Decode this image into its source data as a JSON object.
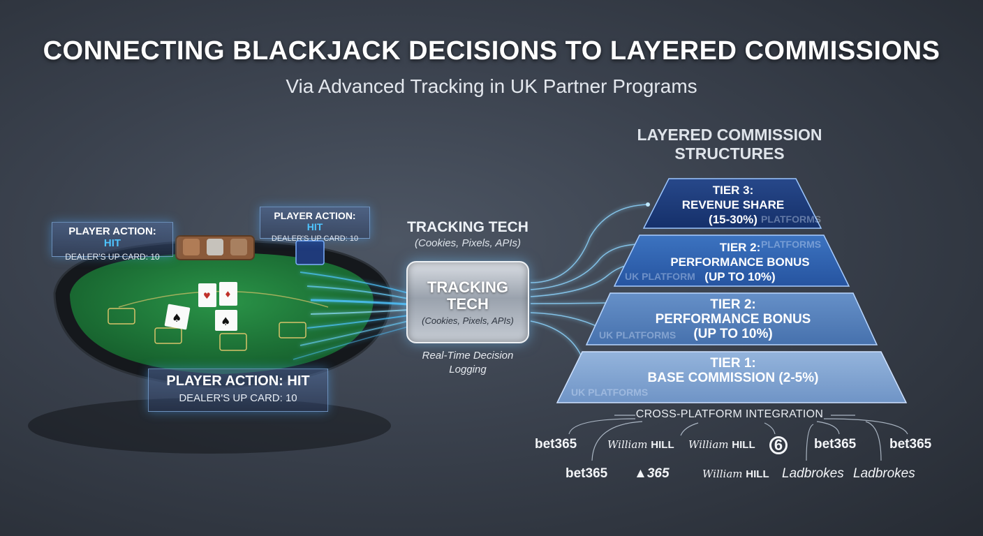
{
  "header": {
    "title": "CONNECTING BLACKJACK DECISIONS TO LAYERED COMMISSIONS",
    "subtitle": "Via Advanced Tracking in UK Partner Programs"
  },
  "table": {
    "hud_callouts": [
      {
        "action_prefix": "PLAYER ACTION: ",
        "action": "HIT",
        "dealer": "DEALER'S UP CARD: 10"
      },
      {
        "action_prefix": "PLAYER ACTION: ",
        "action": "HIT",
        "dealer": "DEALER'S UP CARD: 10"
      },
      {
        "action_prefix": "PLAYER ACTION: ",
        "action": "HIT",
        "dealer": "DEALER'S UP CARD: 10"
      }
    ],
    "felt_color": "#1f7a3a",
    "rail_color": "#15181c"
  },
  "tracking": {
    "heading": "TRACKING TECH",
    "heading_sub": "(Cookies, Pixels, APIs)",
    "box_title": "TRACKING TECH",
    "box_sub": "(Cookies, Pixels, APIs)",
    "caption": "Real-Time Decision Logging",
    "glow_color": "#4ec4ff"
  },
  "pyramid": {
    "heading": "LAYERED COMMISSION STRUCTURES",
    "tiers": [
      {
        "name": "TIER 3:",
        "label": "REVENUE SHARE",
        "detail": "(15-30%)",
        "color": "#1d3c78"
      },
      {
        "name": "TIER 2:",
        "label": "PERFORMANCE BONUS",
        "detail": "(UP TO 10%)",
        "color": "#2f64b0"
      },
      {
        "name": "TIER 2:",
        "label": "PERFORMANCE BONUS",
        "detail": "(UP TO 10%)",
        "color": "#4d7fc0"
      },
      {
        "name": "TIER 1:",
        "label": "BASE COMMISSION (2-5%)",
        "detail": "",
        "color": "#7fa2cf"
      }
    ],
    "ghost_labels": [
      "PLATFORMS",
      "PLATFORMS",
      "UK PLATFORM",
      "UK PLATFORMS",
      "UK PLATFORMS"
    ]
  },
  "integration": {
    "label": "CROSS-PLATFORM INTEGRATION",
    "logos": [
      {
        "name": "bet365",
        "kind": "bet365"
      },
      {
        "name": "William HILL",
        "kind": "williamhill",
        "script": "William",
        "bold": "HILL"
      },
      {
        "name": "William HILL",
        "kind": "williamhill",
        "script": "William",
        "bold": "HILL"
      },
      {
        "name": "6",
        "kind": "circle"
      },
      {
        "name": "bet365",
        "kind": "bet365"
      },
      {
        "name": "bet365",
        "kind": "bet365"
      },
      {
        "name": "bet365",
        "kind": "bet365"
      },
      {
        "name": "365",
        "kind": "star365"
      },
      {
        "name": "William HILL",
        "kind": "williamhill",
        "script": "William",
        "bold": "HILL"
      },
      {
        "name": "Ladbrokes",
        "kind": "ladbrokes"
      },
      {
        "name": "Ladbrokes",
        "kind": "ladbrokes"
      }
    ]
  }
}
